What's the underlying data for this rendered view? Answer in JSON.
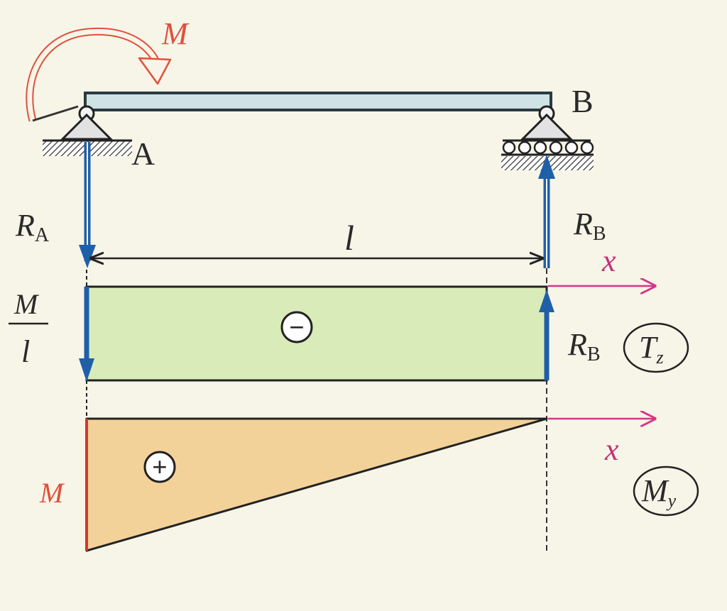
{
  "labels": {
    "moment": "M",
    "support_a": "A",
    "support_b": "B",
    "reaction_a": "R",
    "reaction_a_sub": "A",
    "reaction_b": "R",
    "reaction_b_sub": "B",
    "span": "l",
    "shear_value_num": "M",
    "shear_value_den": "l",
    "shear_reaction": "R",
    "shear_reaction_sub": "B",
    "shear_sign": "−",
    "moment_sign": "+",
    "axis_x_1": "x",
    "axis_x_2": "x",
    "shear_diagram": "T",
    "shear_diagram_sub": "z",
    "moment_diagram": "M",
    "moment_diagram_sub": "y",
    "moment_value": "M"
  },
  "colors": {
    "beam_fill": "#cfe3e6",
    "beam_stroke": "#2b3a40",
    "moment_arrow": "#e0513c",
    "reaction": "#1f5fa8",
    "axis": "#d6358a",
    "shear_fill": "#d9ebb8",
    "moment_fill": "#f3d29a",
    "moment_edge": "#d8352a"
  }
}
